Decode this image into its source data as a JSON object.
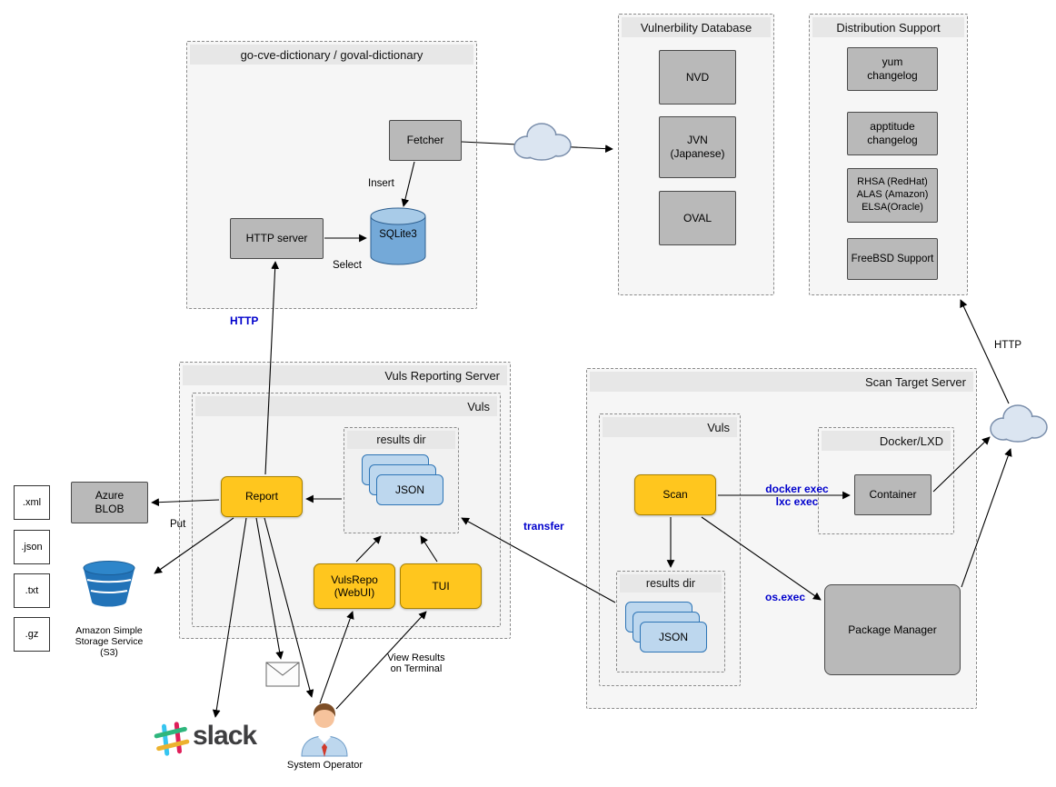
{
  "colors": {
    "container_fill": "#f6f6f6",
    "band_fill": "#e7e7e7",
    "gray_box": "#b9b9b9",
    "yellow_box": "#ffc61e",
    "json_card": "#bdd7ee",
    "accent_blue_label": "#0000cc",
    "s3_blue": "#2273b8",
    "cloud_fill": "#dbe5f1"
  },
  "cve_dictionary": {
    "title": "go-cve-dictionary / goval-dictionary",
    "fetcher_label": "Fetcher",
    "http_server_label": "HTTP server",
    "sqlite_label": "SQLite3",
    "insert_label": "Insert",
    "select_label": "Select",
    "http_label": "HTTP"
  },
  "vulnerability_database": {
    "title": "Vulnerbility Database",
    "items": [
      {
        "label": "NVD"
      },
      {
        "label": "JVN\n(Japanese)"
      },
      {
        "label": "OVAL"
      }
    ]
  },
  "distribution_support": {
    "title": "Distribution Support",
    "items": [
      {
        "label": "yum\nchangelog"
      },
      {
        "label": "apptitude\nchangelog"
      },
      {
        "label": "RHSA (RedHat)\nALAS (Amazon)\nELSA(Oracle)"
      },
      {
        "label": "FreeBSD Support"
      }
    ]
  },
  "reporting_server": {
    "title": "Vuls Reporting Server",
    "vuls_title": "Vuls",
    "results_dir_title": "results dir",
    "json_label": "JSON",
    "report_label": "Report",
    "vulsrepo_label": "VulsRepo\n(WebUI)",
    "tui_label": "TUI",
    "put_label": "Put",
    "view_results_label": "View Results\non Terminal"
  },
  "scan_target_server": {
    "title": "Scan Target Server",
    "vuls_title": "Vuls",
    "scan_label": "Scan",
    "results_dir_title": "results dir",
    "json_label": "JSON",
    "docker_title": "Docker/LXD",
    "container_label": "Container",
    "package_manager_label": "Package Manager",
    "docker_exec_label": "docker exec\nlxc exec",
    "os_exec_label": "os.exec",
    "transfer_label": "transfer",
    "http_label": "HTTP"
  },
  "report_outputs": {
    "formats": [
      {
        "label": ".xml"
      },
      {
        "label": ".json"
      },
      {
        "label": ".txt"
      },
      {
        "label": ".gz"
      }
    ],
    "azure_label": "Azure\nBLOB",
    "s3_label": "Amazon Simple\nStorage Service\n(S3)",
    "slack_label": "slack",
    "operator_label": "System Operator"
  }
}
